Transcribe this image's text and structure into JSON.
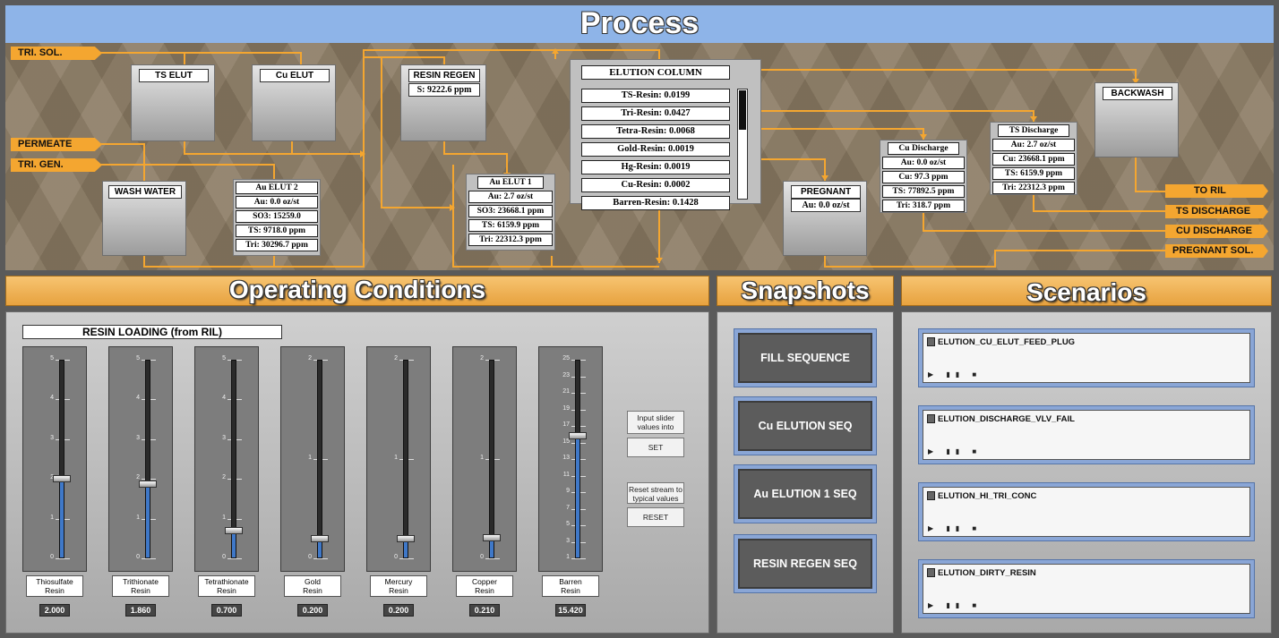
{
  "header": {
    "title": "Process"
  },
  "process": {
    "input_tags": [
      {
        "id": "tri-sol",
        "label": "TRI. SOL."
      },
      {
        "id": "permeate",
        "label": "PERMEATE"
      },
      {
        "id": "tri-gen",
        "label": "TRI. GEN."
      }
    ],
    "output_tags": [
      {
        "id": "to-ril",
        "label": "TO RIL"
      },
      {
        "id": "ts-discharge",
        "label": "TS DISCHARGE"
      },
      {
        "id": "cu-discharge",
        "label": "CU DISCHARGE"
      },
      {
        "id": "pregnant-sol",
        "label": "PREGNANT SOL."
      }
    ],
    "vessels": {
      "ts_elut": {
        "label": "TS ELUT"
      },
      "cu_elut": {
        "label": "Cu ELUT"
      },
      "wash_water": {
        "label": "WASH WATER"
      },
      "au_elut2": {
        "label": "Au ELUT 2",
        "readings": [
          "Au: 0.0   oz/st",
          "SO3: 15259.0",
          "TS: 9718.0 ppm",
          "Tri: 30296.7 ppm"
        ]
      },
      "resin_regen": {
        "label": "RESIN REGEN",
        "readings": [
          "S: 9222.6  ppm"
        ]
      },
      "au_elut1": {
        "label": "Au ELUT 1",
        "readings": [
          "Au: 2.7   oz/st",
          "SO3: 23668.1 ppm",
          "TS: 6159.9 ppm",
          "Tri: 22312.3 ppm"
        ]
      },
      "elution_column": {
        "label": "ELUTION COLUMN",
        "readings": [
          "TS-Resin: 0.0199",
          "Tri-Resin: 0.0427",
          "Tetra-Resin: 0.0068",
          "Gold-Resin: 0.0019",
          "Hg-Resin: 0.0019",
          "Cu-Resin: 0.0002",
          "Barren-Resin: 0.1428"
        ]
      },
      "pregnant": {
        "label": "PREGNANT",
        "readings": [
          "Au: 0.0   oz/st"
        ]
      },
      "cu_discharge": {
        "label": "Cu Discharge",
        "readings": [
          "Au: 0.0   oz/st",
          "Cu: 97.3 ppm",
          "TS: 77892.5 ppm",
          "Tri: 318.7 ppm"
        ]
      },
      "ts_discharge": {
        "label": "TS Discharge",
        "readings": [
          "Au: 2.7   oz/st",
          "Cu: 23668.1 ppm",
          "TS: 6159.9 ppm",
          "Tri: 22312.3 ppm"
        ]
      },
      "backwash": {
        "label": "BACKWASH"
      }
    }
  },
  "operating": {
    "title": "Operating Conditions",
    "resin_title": "RESIN LOADING (from RIL)",
    "sliders": [
      {
        "name": "thiosulfate",
        "label1": "Thiosulfate",
        "label2": "Resin",
        "value": "2.000",
        "level": 2.0,
        "max": 5,
        "ticks": [
          "5",
          "4",
          "3",
          "2",
          "1",
          "0"
        ]
      },
      {
        "name": "trithionate",
        "label1": "Trithionate",
        "label2": "Resin",
        "value": "1.860",
        "level": 1.86,
        "max": 5,
        "ticks": [
          "5",
          "4",
          "3",
          "2",
          "1",
          "0"
        ]
      },
      {
        "name": "tetrathionate",
        "label1": "Tetrathionate",
        "label2": "Resin",
        "value": "0.700",
        "level": 0.7,
        "max": 5,
        "ticks": [
          "5",
          "4",
          "3",
          "2",
          "1",
          "0"
        ]
      },
      {
        "name": "gold",
        "label1": "Gold",
        "label2": "Resin",
        "value": "0.200",
        "level": 0.2,
        "max": 2,
        "ticks": [
          "2",
          "1",
          "0"
        ]
      },
      {
        "name": "mercury",
        "label1": "Mercury",
        "label2": "Resin",
        "value": "0.200",
        "level": 0.2,
        "max": 2,
        "ticks": [
          "2",
          "1",
          "0"
        ]
      },
      {
        "name": "copper",
        "label1": "Copper",
        "label2": "Resin",
        "value": "0.210",
        "level": 0.21,
        "max": 2,
        "ticks": [
          "2",
          "1",
          "0"
        ]
      },
      {
        "name": "barren",
        "label1": "Barren",
        "label2": "Resin",
        "value": "15.420",
        "level": 15.42,
        "max": 25,
        "ticks": [
          "25",
          "23",
          "21",
          "19",
          "17",
          "15",
          "13",
          "11",
          "9",
          "7",
          "5",
          "3",
          "1"
        ]
      }
    ],
    "set_caption": "Input slider values into",
    "set_label": "SET",
    "reset_caption": "Reset stream to typical values",
    "reset_label": "RESET"
  },
  "snapshots": {
    "title": "Snapshots",
    "buttons": [
      "FILL SEQUENCE",
      "Cu ELUTION SEQ",
      "Au ELUTION 1 SEQ",
      "RESIN REGEN SEQ"
    ]
  },
  "scenarios": {
    "title": "Scenarios",
    "items": [
      "ELUTION_CU_ELUT_FEED_PLUG",
      "ELUTION_DISCHARGE_VLV_FAIL",
      "ELUTION_HI_TRI_CONC",
      "ELUTION_DIRTY_RESIN"
    ],
    "controls": "▶ ▮▮ ■"
  },
  "colors": {
    "pipe": "#f4a630",
    "title_bar": "#8eb4e8",
    "slider_fill": "#3f78c8"
  }
}
